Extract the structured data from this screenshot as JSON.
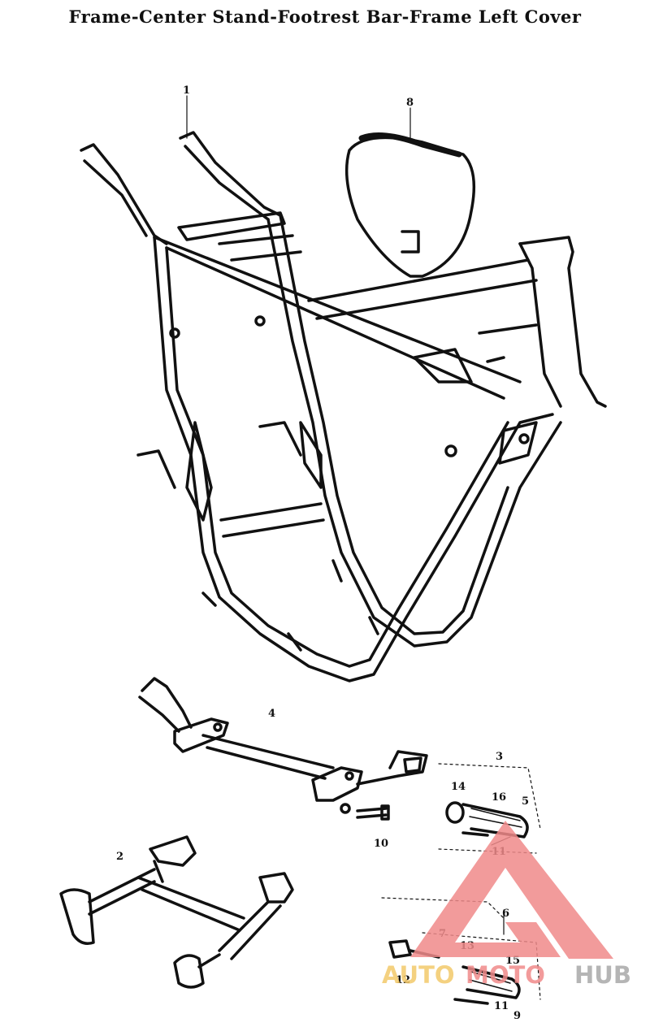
{
  "title": "Frame-Center Stand-Footrest Bar-Frame Left Cover",
  "callouts": {
    "c1": "1",
    "c8": "8",
    "c4": "4",
    "c3": "3",
    "c14": "14",
    "c16": "16",
    "c5": "5",
    "c10": "10",
    "c11a": "11",
    "c2": "2",
    "c6": "6",
    "c7": "7",
    "c13": "13",
    "c15": "15",
    "c12": "12",
    "c11b": "11",
    "c9": "9"
  },
  "watermark": {
    "part1": "AUTO",
    "part2": "MOTO",
    "part3": "HUB",
    "colors": {
      "auto": "#f3c96a",
      "moto": "#f08a8a",
      "hub": "#a9a9a9",
      "triangle": "#f08a8a"
    }
  }
}
